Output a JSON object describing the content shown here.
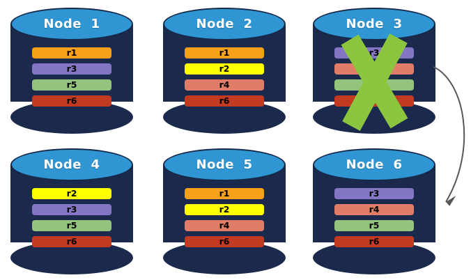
{
  "diagram": {
    "description": "Six database node cylinders showing replica placement; Node 3 is failed (green X) and an arrow points from Node 3 to Node 6",
    "colors": {
      "cylinder_body": "#1B2A4C",
      "cylinder_top": "#3096D3",
      "failure_cross": "#8CC63E",
      "arrow": "#575757",
      "title_text": "#FFFFFF",
      "replica_text": "#000000"
    },
    "palette": {
      "r1_orange": "#F9A01B",
      "r2_yellow": "#FFFF00",
      "r3_purple": "#8476C5",
      "r4_salmon": "#E07D68",
      "r5_green": "#93C47D",
      "r6_red": "#C33A23"
    },
    "arrow": {
      "from": "node-3",
      "to": "node-6"
    },
    "nodes": [
      {
        "id": "node-1",
        "title": "Node  1",
        "failed": false,
        "replicas": [
          {
            "label": "r1",
            "color": "#F9A01B"
          },
          {
            "label": "r3",
            "color": "#8476C5"
          },
          {
            "label": "r5",
            "color": "#93C47D"
          },
          {
            "label": "r6",
            "color": "#C33A23"
          }
        ]
      },
      {
        "id": "node-2",
        "title": "Node  2",
        "failed": false,
        "replicas": [
          {
            "label": "r1",
            "color": "#F9A01B"
          },
          {
            "label": "r2",
            "color": "#FFFF00"
          },
          {
            "label": "r4",
            "color": "#E07D68"
          },
          {
            "label": "r6",
            "color": "#C33A23"
          }
        ]
      },
      {
        "id": "node-3",
        "title": "Node  3",
        "failed": true,
        "replicas": [
          {
            "label": "r3",
            "color": "#8476C5"
          },
          {
            "label": "",
            "color": "#E07D68"
          },
          {
            "label": "",
            "color": "#93C47D"
          },
          {
            "label": "",
            "color": "#C33A23"
          }
        ]
      },
      {
        "id": "node-4",
        "title": "Node  4",
        "failed": false,
        "replicas": [
          {
            "label": "r2",
            "color": "#FFFF00"
          },
          {
            "label": "r3",
            "color": "#8476C5"
          },
          {
            "label": "r5",
            "color": "#93C47D"
          },
          {
            "label": "r6",
            "color": "#C33A23"
          }
        ]
      },
      {
        "id": "node-5",
        "title": "Node  5",
        "failed": false,
        "replicas": [
          {
            "label": "r1",
            "color": "#F9A01B"
          },
          {
            "label": "r2",
            "color": "#FFFF00"
          },
          {
            "label": "r4",
            "color": "#E07D68"
          },
          {
            "label": "r6",
            "color": "#C33A23"
          }
        ]
      },
      {
        "id": "node-6",
        "title": "Node  6",
        "failed": false,
        "replicas": [
          {
            "label": "r3",
            "color": "#8476C5"
          },
          {
            "label": "r4",
            "color": "#E07D68"
          },
          {
            "label": "r5",
            "color": "#93C47D"
          },
          {
            "label": "r6",
            "color": "#C33A23"
          }
        ]
      }
    ]
  }
}
